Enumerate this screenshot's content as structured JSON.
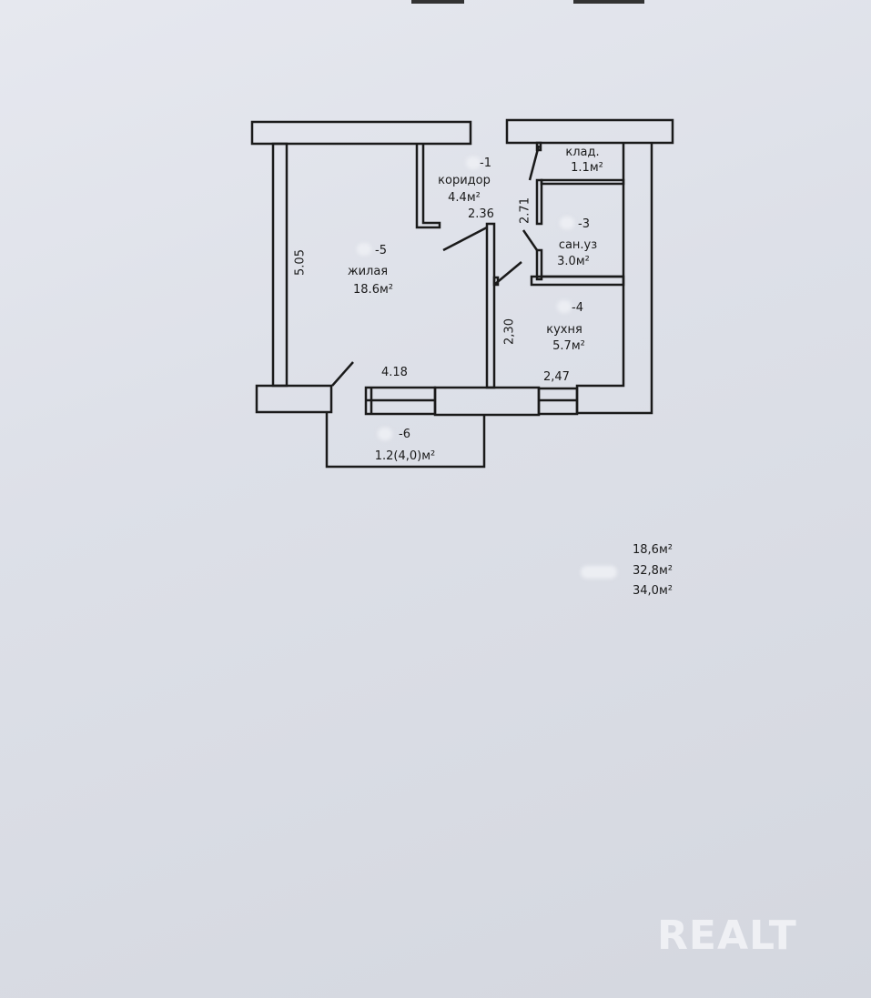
{
  "rooms": [
    {
      "num": "-1",
      "name": "коридор",
      "area": "4.4м²"
    },
    {
      "num": "-3",
      "name": "сан.уз",
      "area": "3.0м²"
    },
    {
      "num": "-4",
      "name": "кухня",
      "area": "5.7м²"
    },
    {
      "num": "-5",
      "name": "жилая",
      "area": "18.6м²"
    },
    {
      "num": "-6",
      "name": "",
      "area": "1.2(4,0)м²"
    },
    {
      "num": "",
      "name": "клад.",
      "area": "1.1м²"
    }
  ],
  "dimensions": [
    "5.05",
    "2.36",
    "2.71",
    "2,30",
    "4.18",
    "2,47"
  ],
  "totals": [
    "18,6м²",
    "32,8м²",
    "34,0м²"
  ],
  "watermark": "REALT"
}
